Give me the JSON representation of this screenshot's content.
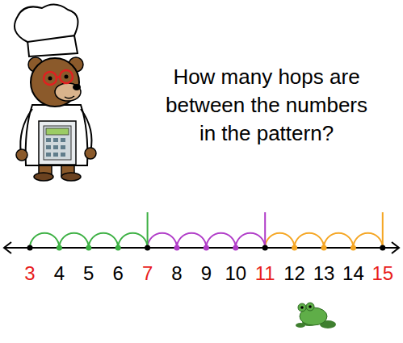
{
  "diagram": {
    "title": "How many hops are between the numbers in the pattern?",
    "labels": [
      "3",
      "4",
      "5",
      "6",
      "7",
      "8",
      "9",
      "10",
      "11",
      "12",
      "13",
      "14",
      "15"
    ]
  }
}
